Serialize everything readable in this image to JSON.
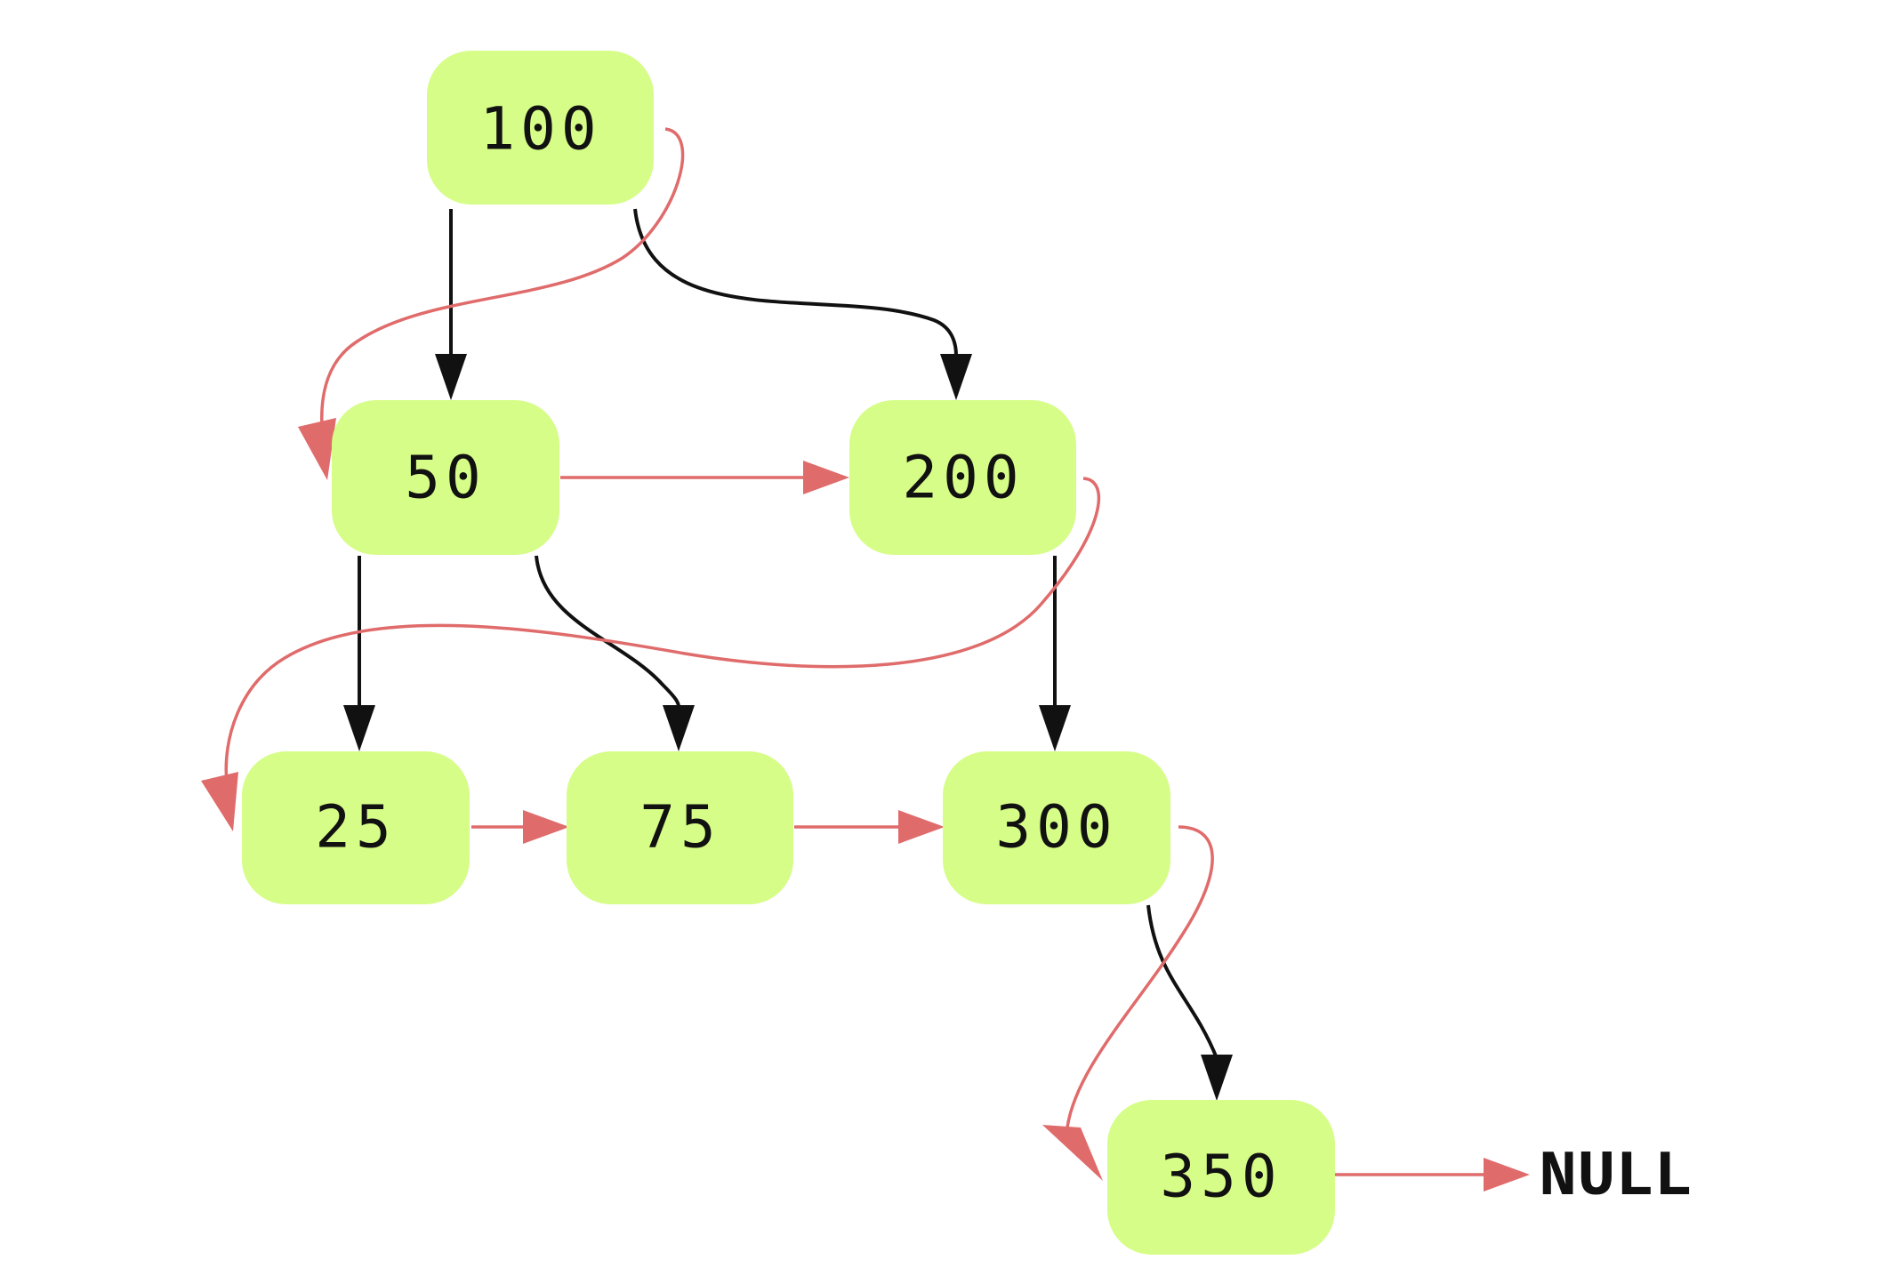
{
  "colors": {
    "node_fill": "#d6fd87",
    "child_edge": "#111111",
    "next_edge": "#e06b6b"
  },
  "nodes": [
    {
      "id": "n100",
      "label": "100"
    },
    {
      "id": "n50",
      "label": "50"
    },
    {
      "id": "n200",
      "label": "200"
    },
    {
      "id": "n25",
      "label": "25"
    },
    {
      "id": "n75",
      "label": "75"
    },
    {
      "id": "n300",
      "label": "300"
    },
    {
      "id": "n350",
      "label": "350"
    }
  ],
  "child_edges": [
    {
      "from": "100",
      "to": "50"
    },
    {
      "from": "100",
      "to": "200"
    },
    {
      "from": "50",
      "to": "25"
    },
    {
      "from": "50",
      "to": "75"
    },
    {
      "from": "200",
      "to": "300"
    },
    {
      "from": "300",
      "to": "350"
    }
  ],
  "next_edges": [
    {
      "from": "100",
      "to": "50"
    },
    {
      "from": "50",
      "to": "200"
    },
    {
      "from": "200",
      "to": "25"
    },
    {
      "from": "25",
      "to": "75"
    },
    {
      "from": "75",
      "to": "300"
    },
    {
      "from": "300",
      "to": "350"
    },
    {
      "from": "350",
      "to": "NULL"
    }
  ],
  "null_label": "NULL"
}
